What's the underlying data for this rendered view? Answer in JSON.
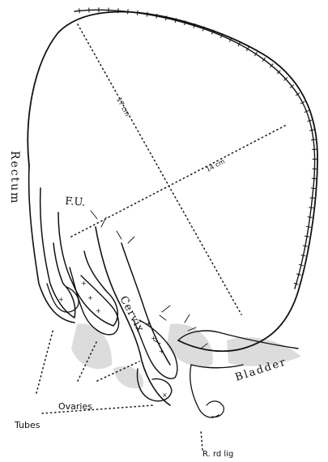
{
  "labels": {
    "rectum": "Rectum",
    "fu": "F.U.",
    "cervix": "Cervix",
    "bladder": "Bladder",
    "ovaries": "Ovaries",
    "tubes": "Tubes",
    "r_rd_lig": "R. rd lig",
    "measure_long": "17 cm",
    "measure_short": "14 cm"
  }
}
